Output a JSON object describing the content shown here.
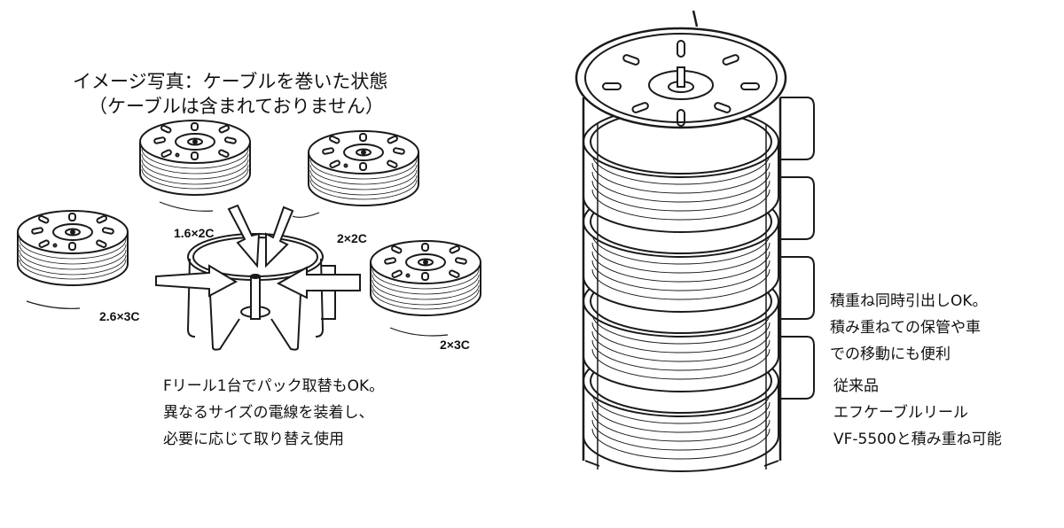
{
  "left_panel": {
    "caption_line1": "イメージ写真：ケーブルを巻いた状態",
    "caption_line2": "（ケーブルは含まれておりません）",
    "reel_labels": {
      "top_left": "1.6×2C",
      "top_right": "2×2C",
      "left": "2.6×3C",
      "right": "2×3C"
    },
    "note_lines": [
      "Fリール1台でパック取替もOK。",
      "異なるサイズの電線を装着し、",
      "必要に応じて取り替え使用"
    ]
  },
  "right_panel": {
    "note_lines": [
      "積重ね同時引出しOK。",
      "積み重ねての保管や車",
      "での移動にも便利"
    ],
    "compat_lines": [
      "従来品",
      "エフケーブルリール",
      "VF-5500と積み重ね可能"
    ]
  },
  "colors": {
    "line": "#1a1a1a",
    "background": "#ffffff",
    "cable_fill": "#d8d8d8"
  }
}
